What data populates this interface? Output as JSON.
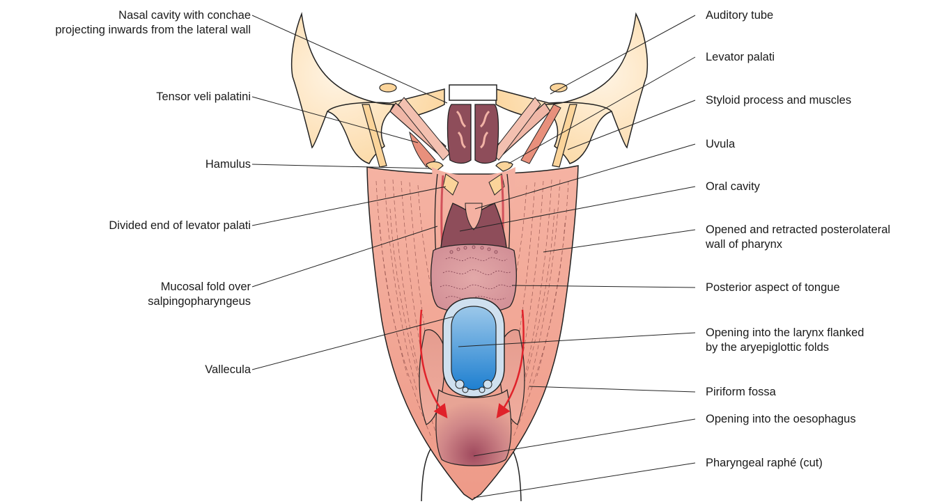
{
  "figure": {
    "labels_left": [
      {
        "id": "nasal-cavity",
        "lines": [
          "Nasal cavity with conchae",
          "projecting inwards from the lateral wall"
        ]
      },
      {
        "id": "tensor-veli-palatini",
        "lines": [
          "Tensor veli palatini"
        ]
      },
      {
        "id": "hamulus",
        "lines": [
          "Hamulus"
        ]
      },
      {
        "id": "divided-end-levator-palati",
        "lines": [
          "Divided end of levator palati"
        ]
      },
      {
        "id": "mucosal-fold",
        "lines": [
          "Mucosal fold over",
          "salpingopharyngeus"
        ]
      },
      {
        "id": "vallecula",
        "lines": [
          "Vallecula"
        ]
      }
    ],
    "labels_right": [
      {
        "id": "auditory-tube",
        "lines": [
          "Auditory tube"
        ]
      },
      {
        "id": "levator-palati",
        "lines": [
          "Levator palati"
        ]
      },
      {
        "id": "styloid-process",
        "lines": [
          "Styloid process and muscles"
        ]
      },
      {
        "id": "uvula",
        "lines": [
          "Uvula"
        ]
      },
      {
        "id": "oral-cavity",
        "lines": [
          "Oral cavity"
        ]
      },
      {
        "id": "posterolateral-wall",
        "lines": [
          "Opened and retracted posterolateral",
          "wall of pharynx"
        ]
      },
      {
        "id": "posterior-tongue",
        "lines": [
          "Posterior aspect of tongue"
        ]
      },
      {
        "id": "opening-larynx",
        "lines": [
          "Opening into the larynx flanked",
          "by the aryepiglottic folds"
        ]
      },
      {
        "id": "piriform-fossa",
        "lines": [
          "Piriform fossa"
        ]
      },
      {
        "id": "opening-oesophagus",
        "lines": [
          "Opening into the oesophagus"
        ]
      },
      {
        "id": "pharyngeal-raphe",
        "lines": [
          "Pharyngeal raphé (cut)"
        ]
      }
    ],
    "colors": {
      "bone": "#fbd9a0",
      "muscle": "#f2a898",
      "muscle_dark": "#e68c7c",
      "mucosa": "#a15c6c",
      "tongue": "#d99aa0",
      "larynx_blue": "#3d95d6",
      "larynx_rim": "#cfe0ef",
      "arrow": "#e0222a",
      "line": "#222222"
    }
  }
}
